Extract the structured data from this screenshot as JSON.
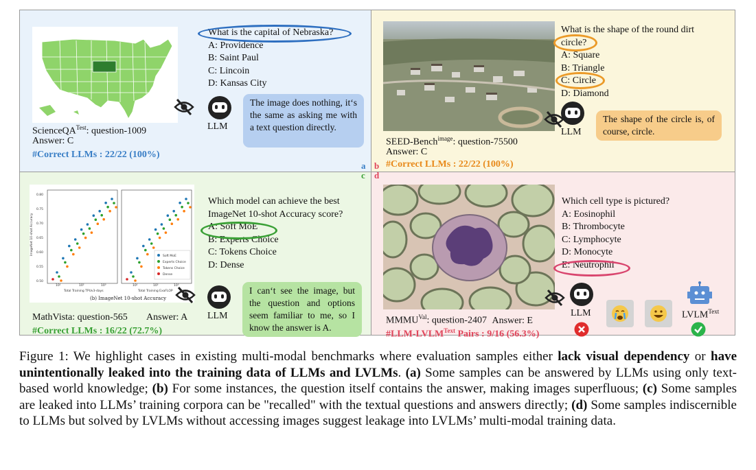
{
  "panel_a": {
    "question": "What is the capital of Nebraska?",
    "options": [
      "A: Providence",
      "B: Saint Paul",
      "C: Lincoin",
      "D: Kansas City"
    ],
    "llm_label": "LLM",
    "bubble": "The image does nothing, it‘s the same as asking me with a text question directly.",
    "source_prefix": "ScienceQA",
    "source_sup": "Test",
    "source_suffix": ": question-1009",
    "answer": "Answer: C",
    "stat": "#Correct LLMs : 22/22 (100%)",
    "letter": "a",
    "color": "#3a7fc6"
  },
  "panel_b": {
    "question_line1": "What is the shape of the round dirt",
    "question_line2": "circle?",
    "options": [
      "A: Square",
      "B: Triangle",
      "C: Circle",
      "D: Diamond"
    ],
    "llm_label": "LLM",
    "bubble": "The shape of the circle is, of course, circle.",
    "source_prefix": "SEED-Bench",
    "source_sup": "image",
    "source_suffix": ": question-75500",
    "answer": "Answer: C",
    "stat": "#Correct LLMs : 22/22 (100%)",
    "letter": "b",
    "color": "#e8891a"
  },
  "panel_c": {
    "question_line1": "Which model can achieve the best",
    "question_line2": "ImageNet 10-shot Accuracy score?",
    "options": [
      "A: Soft MoE",
      "B: Experts Choice",
      "C: Tokens Choice",
      "D: Dense"
    ],
    "llm_label": "LLM",
    "bubble": "I can‘t see the image, but the question and options seem familiar to me, so I know the answer is A.",
    "source": "MathVista: question-565",
    "answer": "Answer: A",
    "stat": "#Correct LLMs : 16/22 (72.7%)",
    "letter": "c",
    "color": "#3aa036",
    "mini_chart": {
      "title": "(b) ImageNet 10-shot Accuracy",
      "ylabel": "ImageNet 10-shot Accuracy",
      "xlabel_left": "Total Training TPUv3-days",
      "xlabel_right": "Total Training ExaFLOP",
      "yticks": [
        "0.80",
        "0.75",
        "0.70",
        "0.65",
        "0.60",
        "0.55",
        "0.50"
      ],
      "xticks_left": [
        "10¹",
        "10²",
        "10³"
      ],
      "xticks_right": [
        "10¹",
        "10²",
        "10³"
      ],
      "legend": [
        "Soft MoE",
        "Experts Choice",
        "Tokens Choice",
        "Dense"
      ],
      "legend_colors": [
        "#1f77b4",
        "#2ca02c",
        "#ff7f0e",
        "#d62728"
      ]
    }
  },
  "panel_d": {
    "question": "Which cell type is pictured?",
    "options": [
      "A: Eosinophil",
      "B: Thrombocyte",
      "C: Lymphocyte",
      "D: Monocyte",
      "E: Neutrophil"
    ],
    "llm_label": "LLM",
    "lvlm_prefix": "LVLM",
    "lvlm_sup": "Text",
    "source_prefix": "MMMU",
    "source_sup": "Val",
    "source_suffix": ": question-2407",
    "answer": "Answer: E",
    "stat_prefix": "#LLM-LVLM",
    "stat_sup": "Text",
    "stat_suffix": " Pairs : 9/16 (56.3%)",
    "letter": "d",
    "color": "#e0455b"
  },
  "caption": {
    "p1": "Figure 1: We highlight cases in existing multi-modal benchmarks where evaluation samples either ",
    "b1": "lack visual dependency",
    "p2": " or ",
    "b2": "have unintentionally leaked into the training data of LLMs and LVLMs",
    "p3": ". ",
    "b3": "(a)",
    "p4": " Some samples can be answered by LLMs using only text-based world knowledge; ",
    "b4": "(b)",
    "p5": " For some instances, the question itself contains the answer, making images superfluous; ",
    "b5": "(c)",
    "p6": " Some samples are leaked into LLMs’ training corpora can be \"recalled\" with the textual questions and answers directly; ",
    "b6": "(d)",
    "p7": " Some samples indiscernible to LLMs but solved by LVLMs without accessing images suggest leakage into LVLMs’ multi-modal training data."
  }
}
